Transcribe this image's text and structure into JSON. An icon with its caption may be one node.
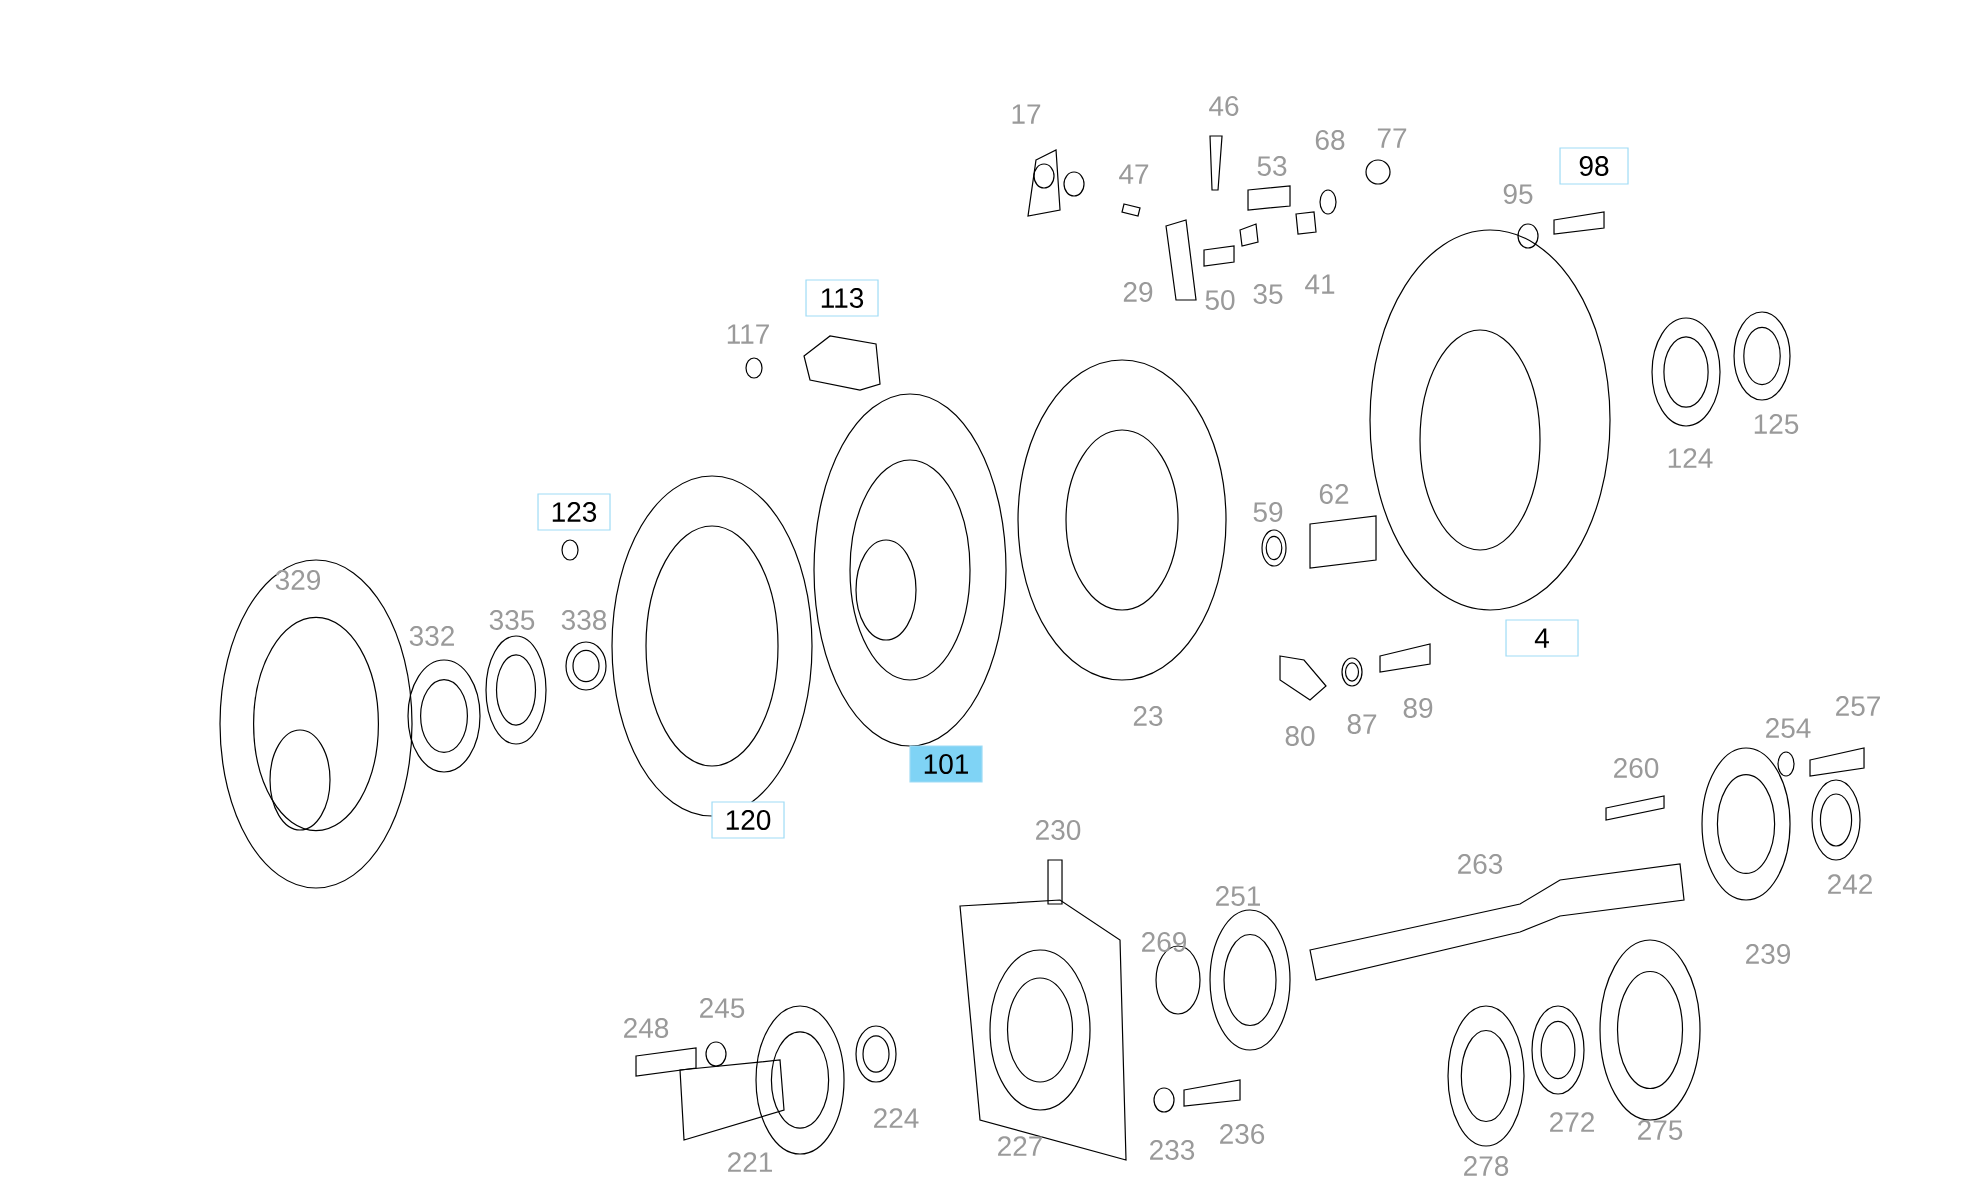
{
  "diagram": {
    "nodes": [
      {
        "text": [
          "113"
        ]
      },
      {
        "text": [
          "98"
        ]
      },
      {
        "text": [
          "123"
        ]
      },
      {
        "text": [
          "4"
        ]
      },
      {
        "text": [
          "101"
        ]
      },
      {
        "text": [
          "120"
        ]
      }
    ],
    "labels": [
      "17",
      "46",
      "47",
      "53",
      "68",
      "77",
      "95",
      "29",
      "50",
      "35",
      "41",
      "117",
      "125",
      "124",
      "62",
      "59",
      "329",
      "332",
      "335",
      "338",
      "23",
      "89",
      "87",
      "80",
      "257",
      "254",
      "260",
      "263",
      "230",
      "242",
      "251",
      "239",
      "269",
      "248",
      "245",
      "224",
      "236",
      "278",
      "272",
      "275",
      "227",
      "233",
      "221"
    ]
  }
}
